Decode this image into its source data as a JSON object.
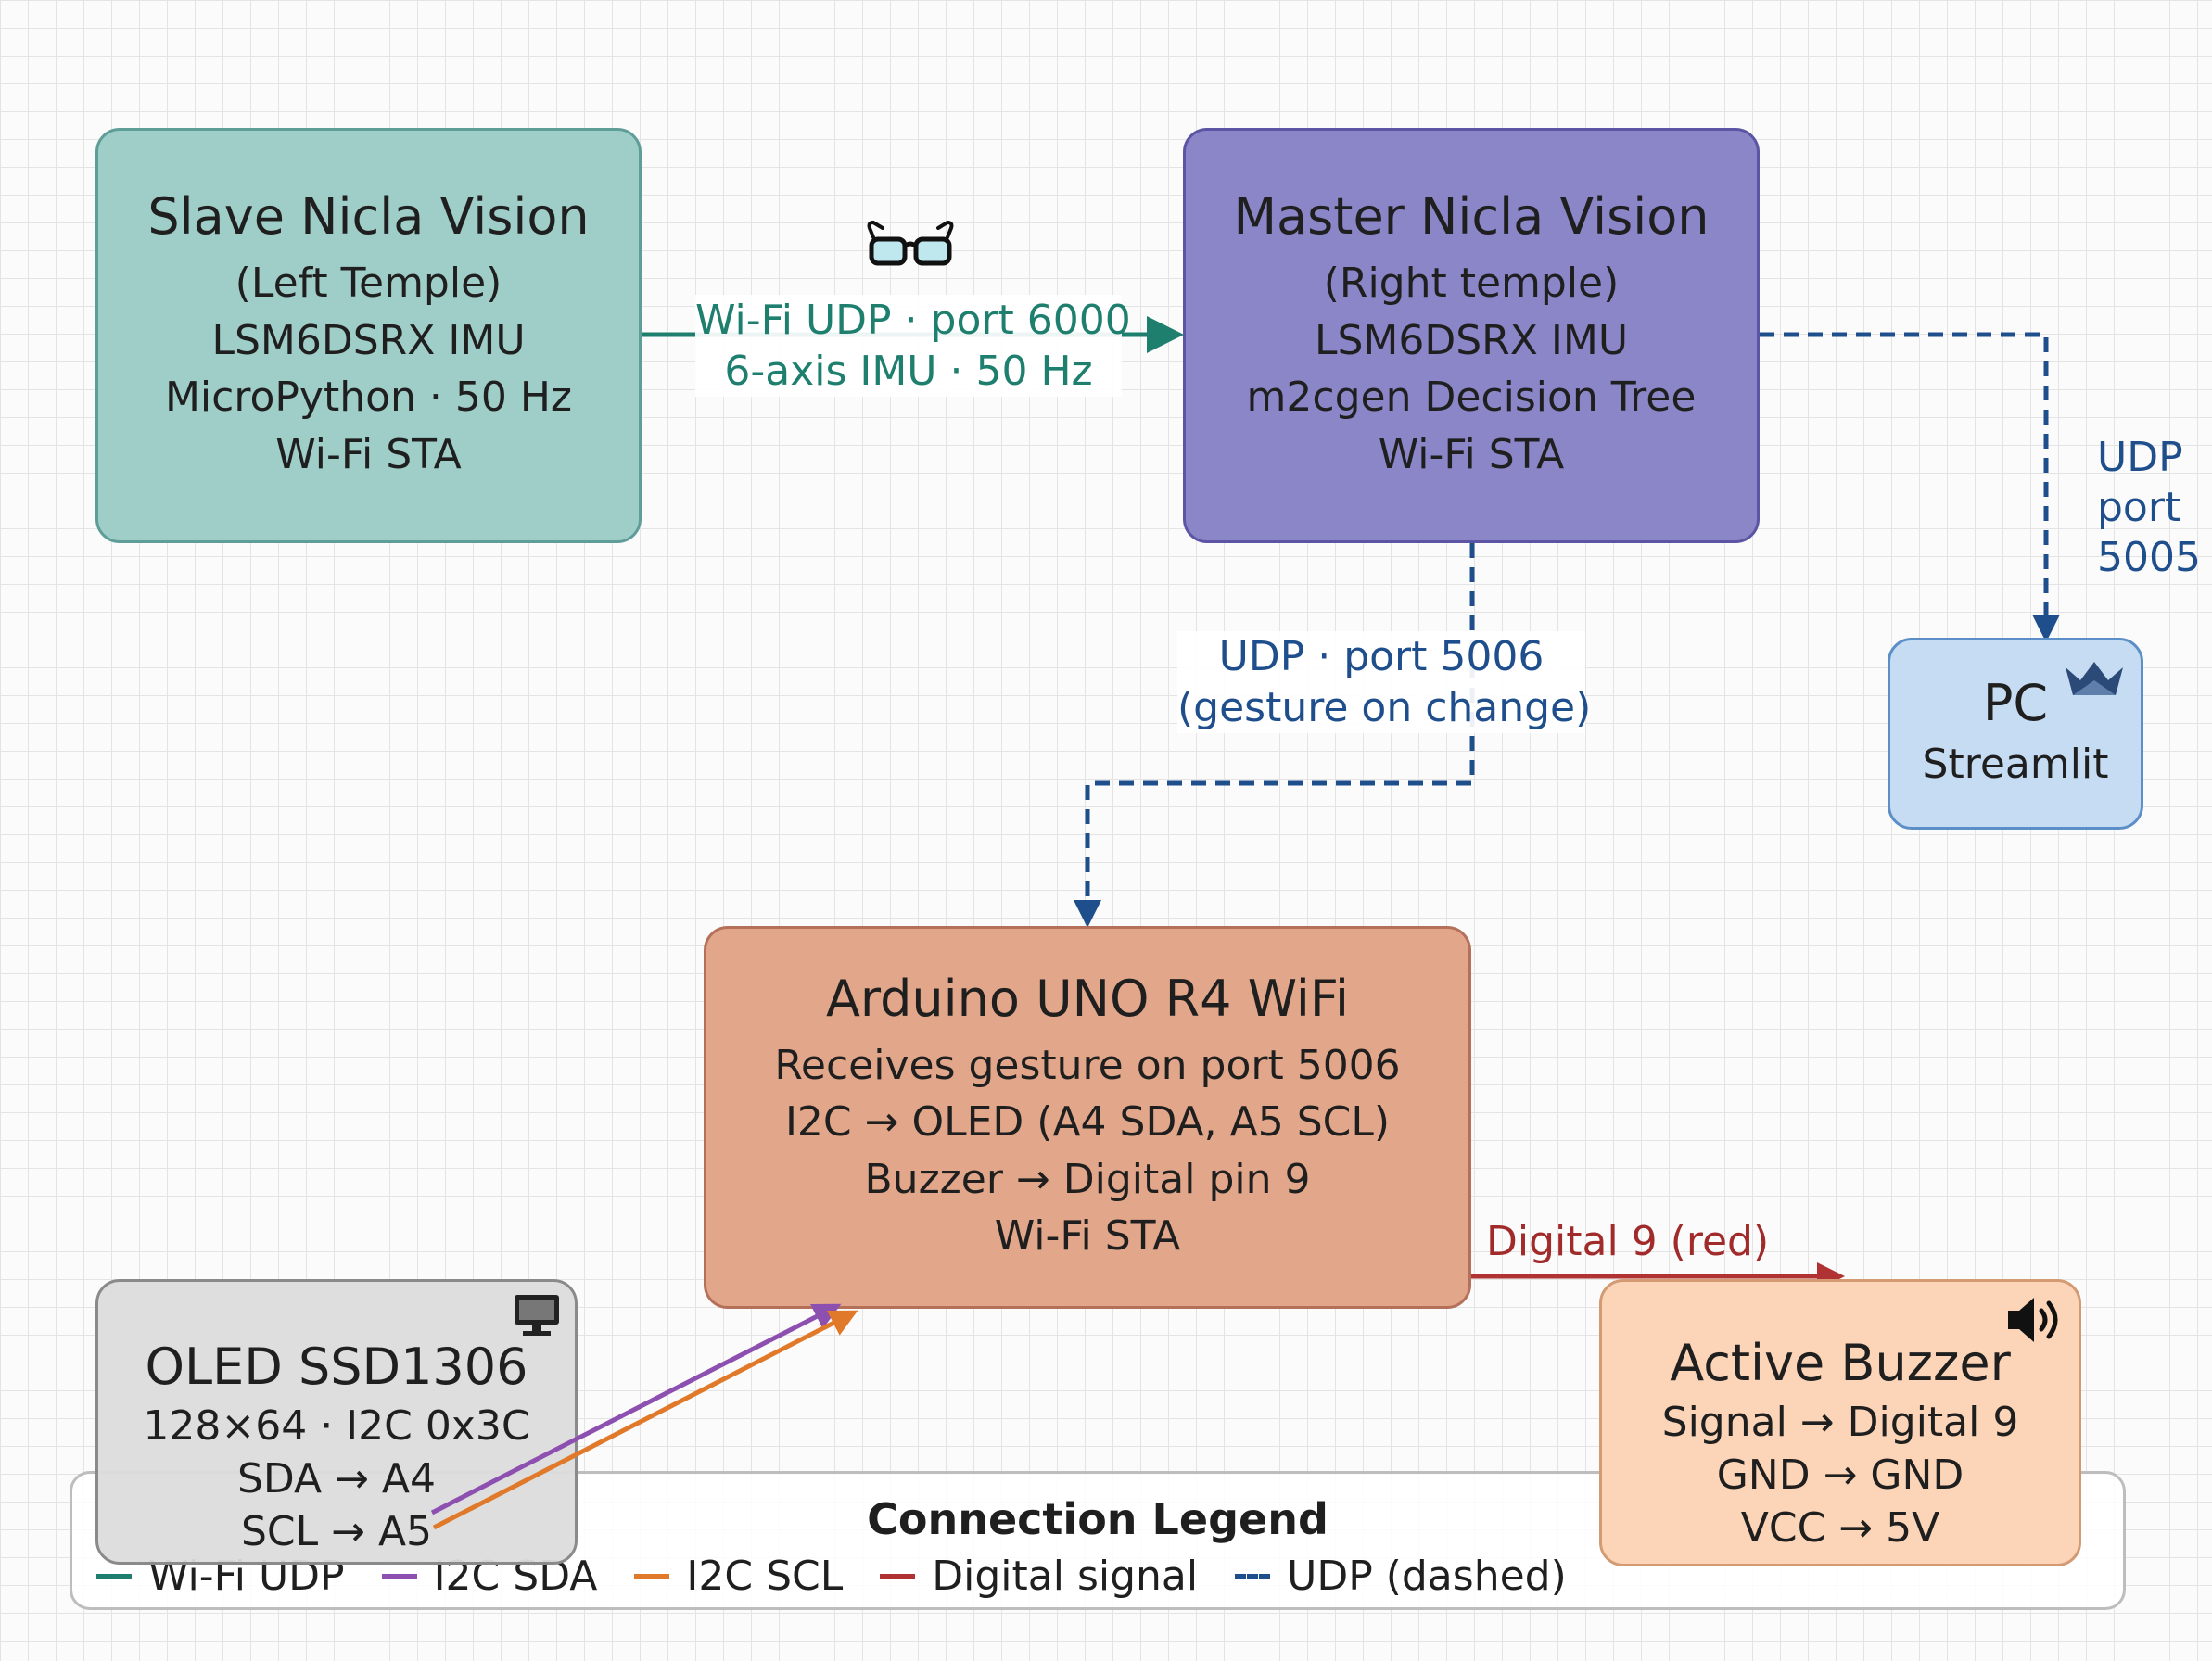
{
  "nodes": {
    "slave": {
      "title": "Slave Nicla Vision",
      "lines": [
        "(Left Temple)",
        "LSM6DSRX IMU",
        "MicroPython · 50 Hz",
        "Wi-Fi STA"
      ],
      "fill": "#9fcdc8",
      "border": "#5f9e98"
    },
    "master": {
      "title": "Master Nicla Vision",
      "lines": [
        "(Right temple)",
        "LSM6DSRX IMU",
        "m2cgen Decision Tree",
        "Wi-Fi STA"
      ],
      "fill": "#8a86c8",
      "border": "#5b55a3"
    },
    "pc": {
      "title": "PC",
      "lines": [
        "Streamlit"
      ],
      "fill": "#c6dcf2",
      "border": "#5c8fc8",
      "icon": "streamlit-crown-icon"
    },
    "arduino": {
      "title": "Arduino UNO R4 WiFi",
      "lines": [
        "Receives gesture on port 5006",
        "I2C → OLED (A4 SDA, A5 SCL)",
        "Buzzer → Digital pin 9",
        "Wi-Fi STA"
      ],
      "fill": "#e2a78a",
      "border": "#b5705a"
    },
    "oled": {
      "title": "OLED SSD1306",
      "lines": [
        "128×64 · I2C 0x3C",
        "SDA → A4",
        "SCL → A5"
      ],
      "fill": "#dcdcdc",
      "border": "#8a8a8a",
      "icon": "monitor-icon"
    },
    "buzzer": {
      "title": "Active Buzzer",
      "lines": [
        "Signal → Digital 9",
        "GND → GND",
        "VCC → 5V"
      ],
      "fill": "#fcd5b8",
      "border": "#d39a74",
      "icon": "speaker-icon"
    }
  },
  "edges": {
    "wifi_udp": {
      "lines": [
        "Wi-Fi UDP · port 6000",
        "6-axis IMU · 50 Hz"
      ],
      "color": "#1e7f6e",
      "icon": "glasses-icon"
    },
    "udp_pc": {
      "lines": [
        "UDP",
        "port",
        "5005"
      ],
      "color": "#1f4e8c"
    },
    "udp_arduino": {
      "lines": [
        "UDP · port 5006",
        "(gesture on change)"
      ],
      "color": "#1f4e8c"
    },
    "digital": {
      "label": "Digital 9 (red)",
      "color": "#b03232"
    },
    "i2c_sda": {
      "color": "#8e50b0"
    },
    "i2c_scl": {
      "color": "#e07a2a"
    }
  },
  "legend": {
    "title": "Connection Legend",
    "items": [
      {
        "label": "Wi-Fi UDP",
        "color": "#1e7f6e"
      },
      {
        "label": "I2C SDA",
        "color": "#8e50b0"
      },
      {
        "label": "I2C SCL",
        "color": "#e07a2a"
      },
      {
        "label": "Digital signal",
        "color": "#b03232"
      },
      {
        "label": "UDP (dashed)",
        "color": "#1f4e8c"
      }
    ]
  }
}
